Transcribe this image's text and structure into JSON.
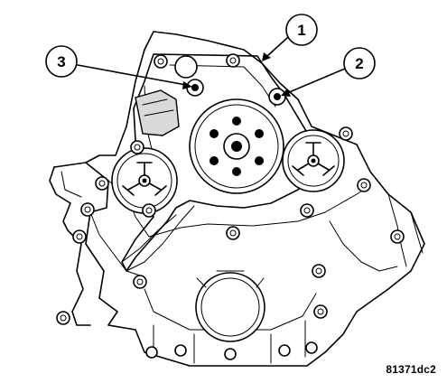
{
  "diagram": {
    "callouts": [
      {
        "id": "callout-1",
        "label": "1"
      },
      {
        "id": "callout-2",
        "label": "2"
      },
      {
        "id": "callout-3",
        "label": "3"
      }
    ],
    "figure_id": "81371dc2"
  },
  "colors": {
    "line": "#000000",
    "background": "#ffffff",
    "shade": "#d9d9d9"
  }
}
